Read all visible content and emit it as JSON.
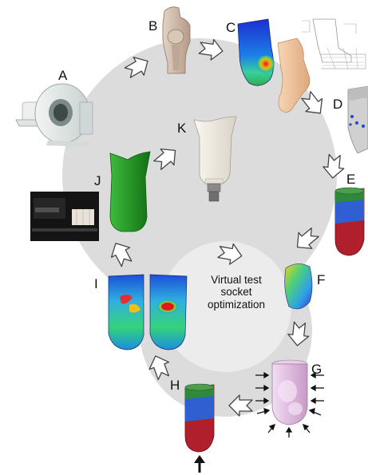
{
  "diagram": {
    "center_text": [
      "Virtual test",
      "socket",
      "optimization"
    ],
    "labels": {
      "A": "A",
      "B": "B",
      "C": "C",
      "D": "D",
      "E": "E",
      "F": "F",
      "G": "G",
      "H": "H",
      "I": "I",
      "J": "J",
      "K": "K"
    }
  },
  "colors": {
    "cycle_bg": "#dcdcdc",
    "arrow_fill": "#ffffff",
    "arrow_stroke": "#444444",
    "fea_blue": "#1c3fd6",
    "fea_red": "#d81c1c",
    "socket_green": "#1f9d1f",
    "liner_blue": "#2f5fd0",
    "liner_red": "#b01f2c",
    "bone_tan": "#c9b3a2",
    "skin": "#f2c9a0",
    "socket_white": "#f1ece3",
    "socket_pink": "#e3bfe3"
  }
}
